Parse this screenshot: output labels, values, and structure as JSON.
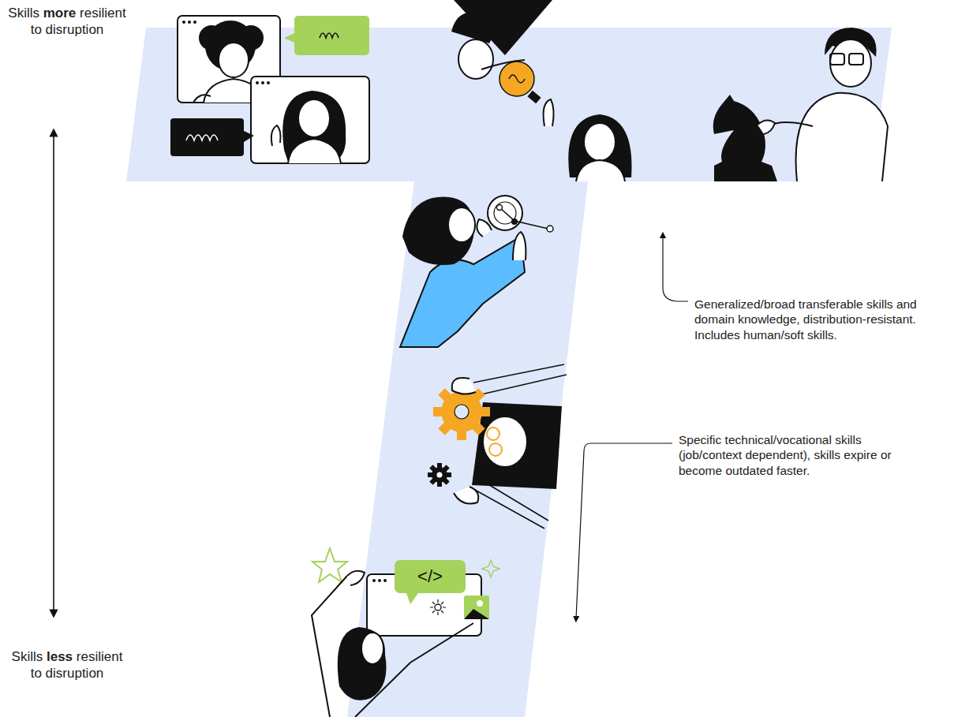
{
  "diagram": {
    "labels": [
      "Skills more resilient to disruption",
      "Skills less resilient to disruption",
      "Generalized/broad transferable skills and domain knowledge, distribution-resistant. Includes human/soft skills.",
      "Specific technical/vocational skills (job/context dependent), skills expire or become outdated faster.",
      "</>"
    ]
  }
}
